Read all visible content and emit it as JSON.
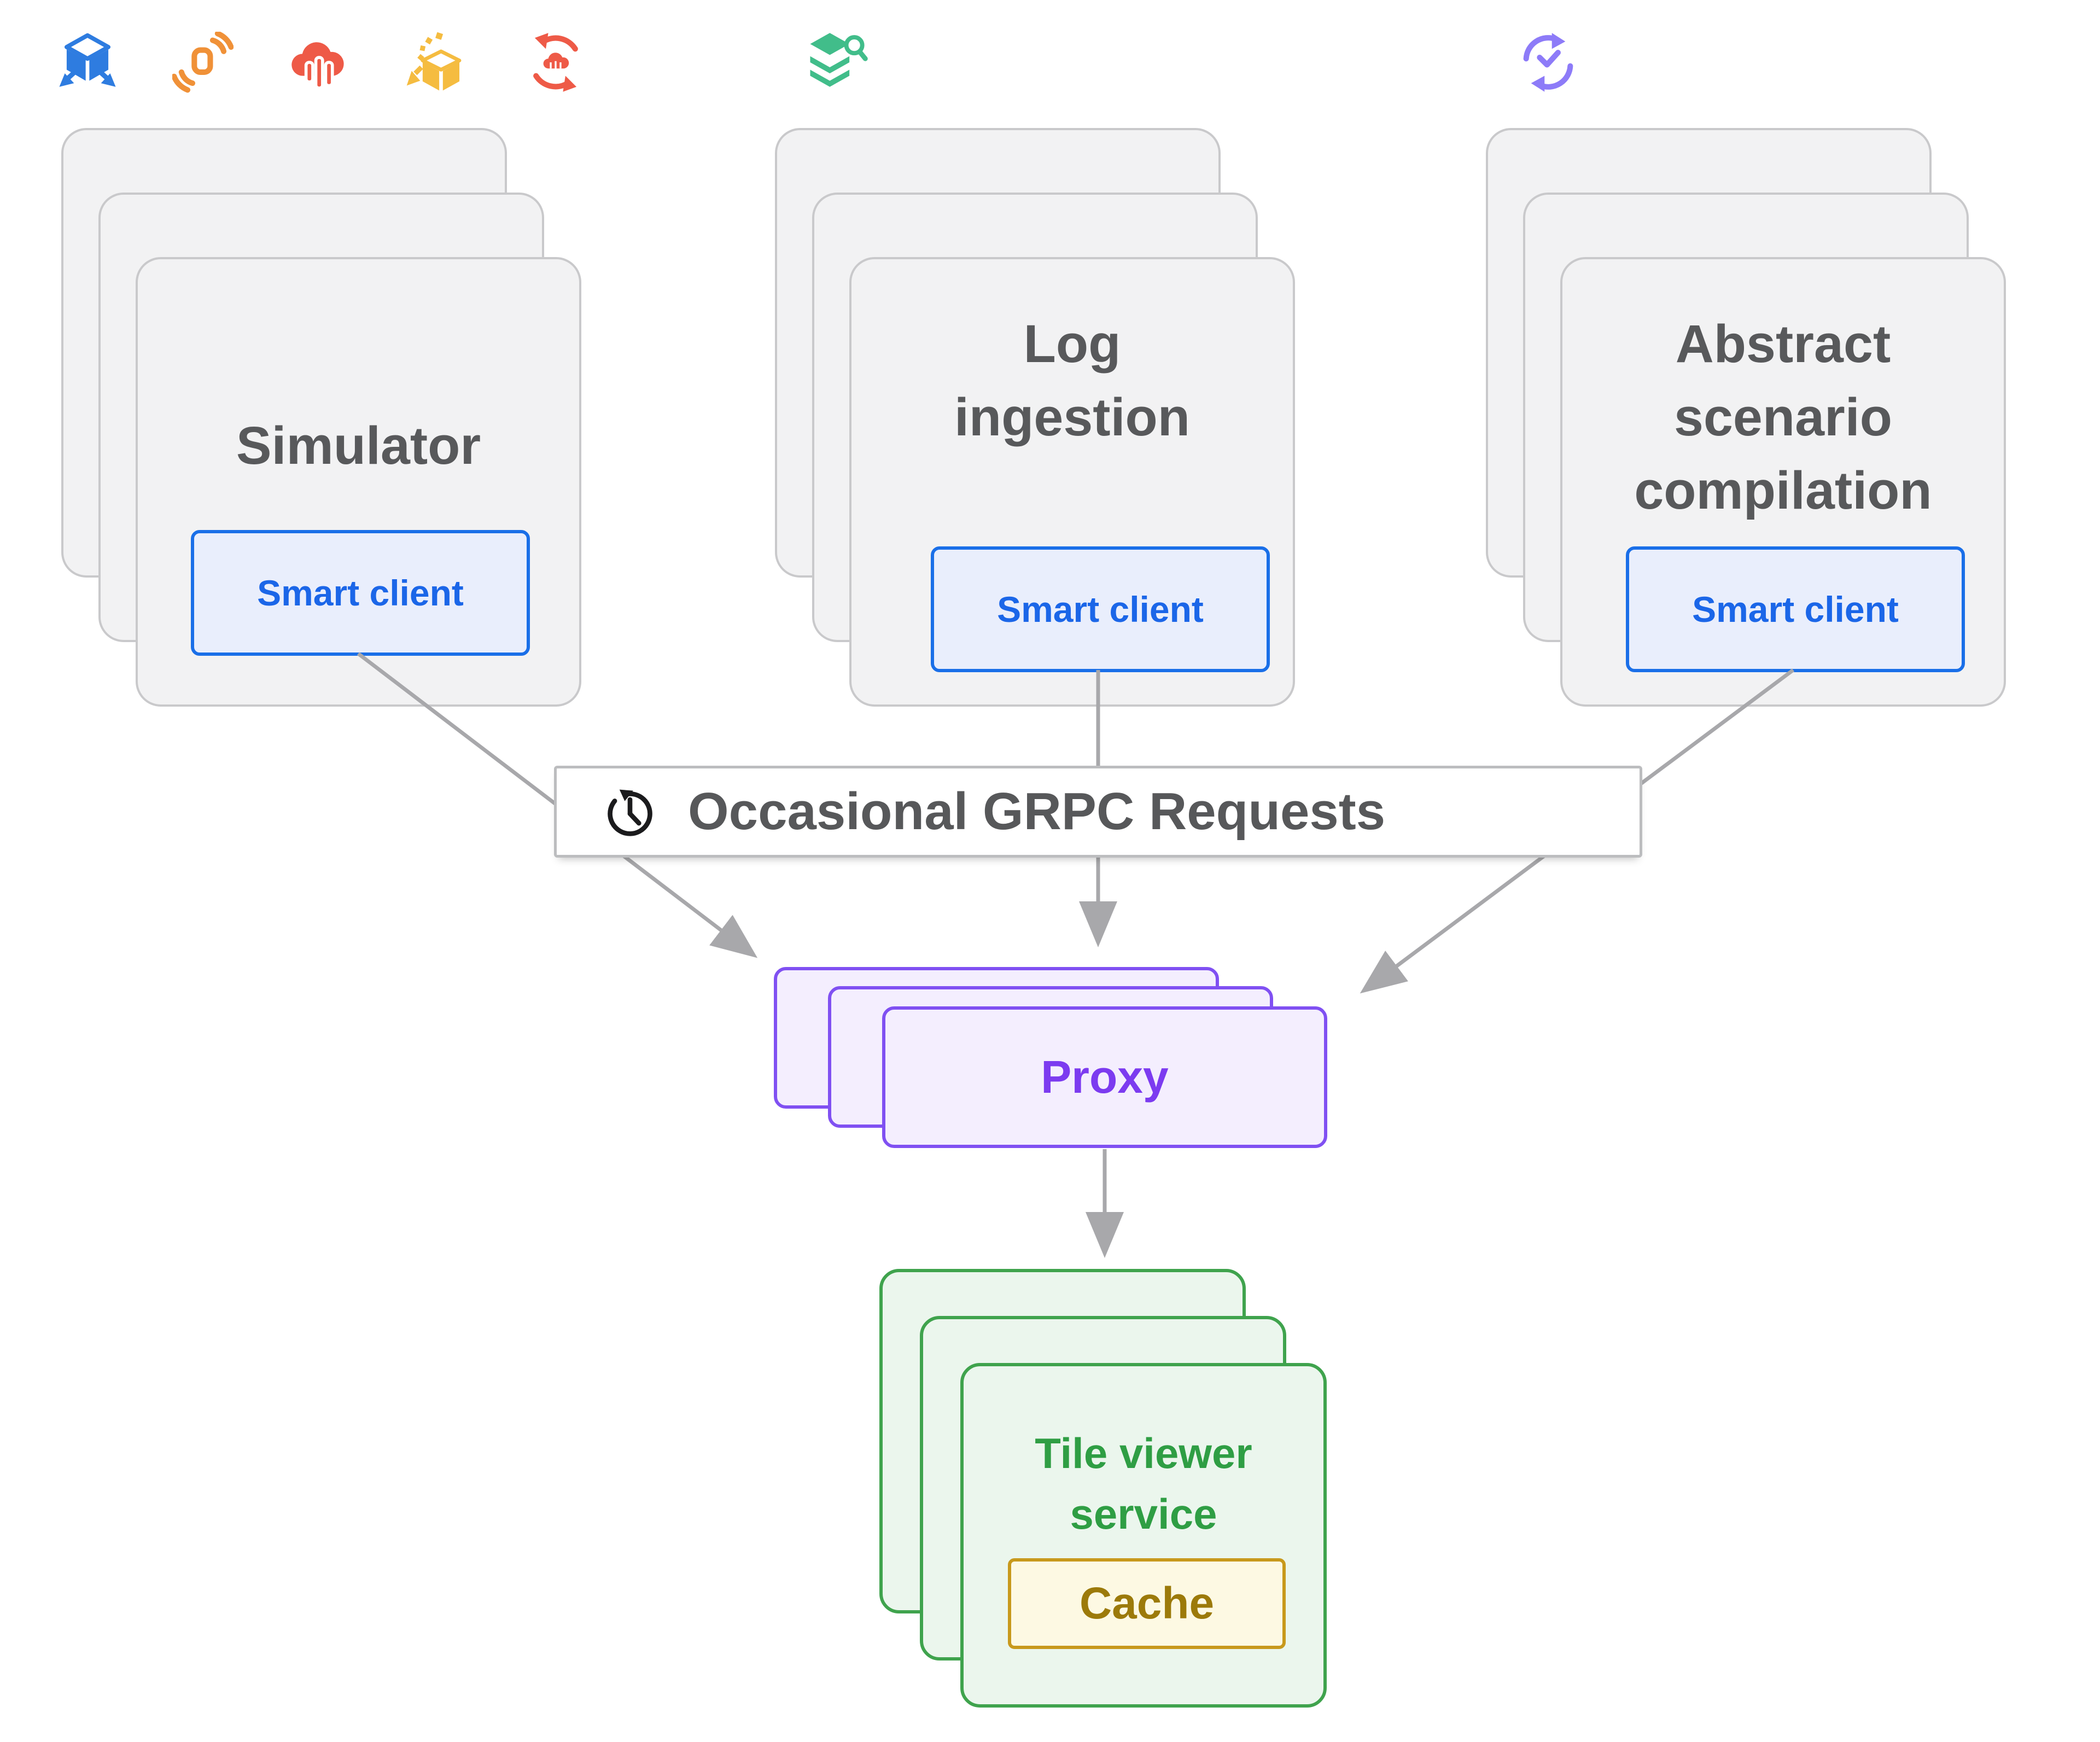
{
  "toolbar_icons": [
    {
      "name": "cube-arrows-icon",
      "color": "#2e7ce0"
    },
    {
      "name": "sensors-icon",
      "color": "#f09138"
    },
    {
      "name": "cloud-streams-icon",
      "color": "#ee5a47"
    },
    {
      "name": "box-scatter-icon",
      "color": "#f5bc40"
    },
    {
      "name": "cloud-sync-icon",
      "color": "#ee5a47"
    },
    {
      "name": "layers-search-icon",
      "color": "#41bd8a"
    },
    {
      "name": "sync-check-icon",
      "color": "#8d7bf8"
    }
  ],
  "client_stacks": [
    {
      "id": "simulator",
      "title_lines": [
        "Simulator"
      ],
      "button_label": "Smart client"
    },
    {
      "id": "log-ingestion",
      "title_lines": [
        "Log",
        "ingestion"
      ],
      "button_label": "Smart client"
    },
    {
      "id": "abstract-scenario-compilation",
      "title_lines": [
        "Abstract",
        "scenario",
        "compilation"
      ],
      "button_label": "Smart client"
    }
  ],
  "request_banner": {
    "icon": "clock-history-icon",
    "label": "Occasional GRPC Requests"
  },
  "proxy": {
    "label": "Proxy"
  },
  "tile_viewer": {
    "title_lines": [
      "Tile viewer",
      "service"
    ],
    "cache_label": "Cache"
  },
  "colors": {
    "card_fill": "#f2f2f3",
    "card_border": "#c9c9cb",
    "card_title_text": "#58595b",
    "smart_client_fill": "#e9eefc",
    "smart_client_border": "#1a6fe8",
    "smart_client_text": "#1b66e8",
    "banner_border": "#bcbdbf",
    "banner_text": "#57585a",
    "proxy_fill": "#f4eefe",
    "proxy_border": "#8050f2",
    "proxy_text": "#7c3bf0",
    "tile_fill": "#ebf6ed",
    "tile_border": "#3fa34d",
    "tile_text": "#2f9e44",
    "cache_fill": "#fdf9e3",
    "cache_border": "#c8991c",
    "cache_text": "#9c7a0a",
    "arrow": "#a8a8ab"
  }
}
